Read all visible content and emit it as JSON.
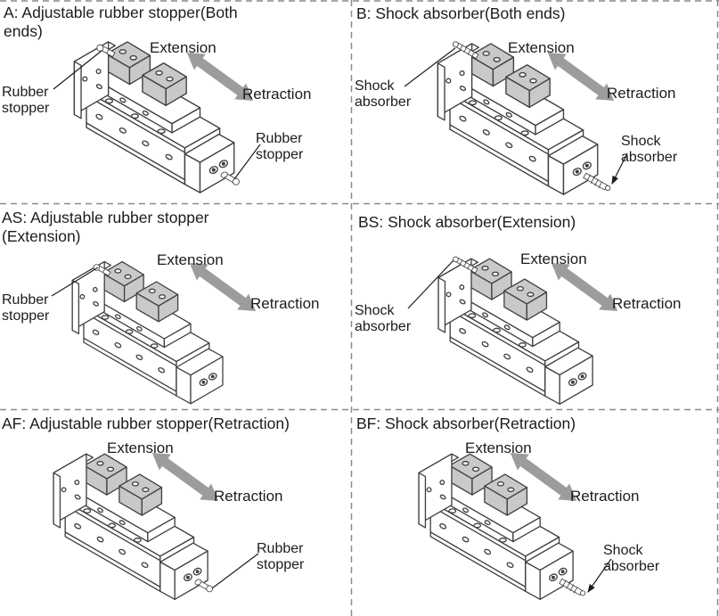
{
  "colors": {
    "background": "#ffffff",
    "line": "#3f3f3f",
    "block_fill": "#c9c9c9",
    "motion_arrow": "#9c9c9c",
    "divider": "#8a8a8a",
    "text": "#1c1c1c"
  },
  "cells": [
    {
      "code": "A",
      "title": "A: Adjustable rubber stopper(Both ends)",
      "extension": "Extension",
      "retraction": "Retraction",
      "labels": [
        {
          "text": "Rubber stopper"
        },
        {
          "text": "Rubber stopper"
        }
      ]
    },
    {
      "code": "B",
      "title": "B: Shock absorber(Both ends)",
      "extension": "Extension",
      "retraction": "Retraction",
      "labels": [
        {
          "text": "Shock absorber"
        },
        {
          "text": "Shock absorber"
        }
      ]
    },
    {
      "code": "AS",
      "title": "AS: Adjustable rubber stopper (Extension)",
      "extension": "Extension",
      "retraction": "Retraction",
      "labels": [
        {
          "text": "Rubber stopper"
        }
      ]
    },
    {
      "code": "BS",
      "title": "BS: Shock absorber(Extension)",
      "extension": "Extension",
      "retraction": "Retraction",
      "labels": [
        {
          "text": "Shock absorber"
        }
      ]
    },
    {
      "code": "AF",
      "title": "AF: Adjustable rubber stopper(Retraction)",
      "extension": "Extension",
      "retraction": "Retraction",
      "labels": [
        {
          "text": "Rubber stopper"
        }
      ]
    },
    {
      "code": "BF",
      "title": "BF: Shock absorber(Retraction)",
      "extension": "Extension",
      "retraction": "Retraction",
      "labels": [
        {
          "text": "Shock absorber"
        }
      ]
    }
  ]
}
